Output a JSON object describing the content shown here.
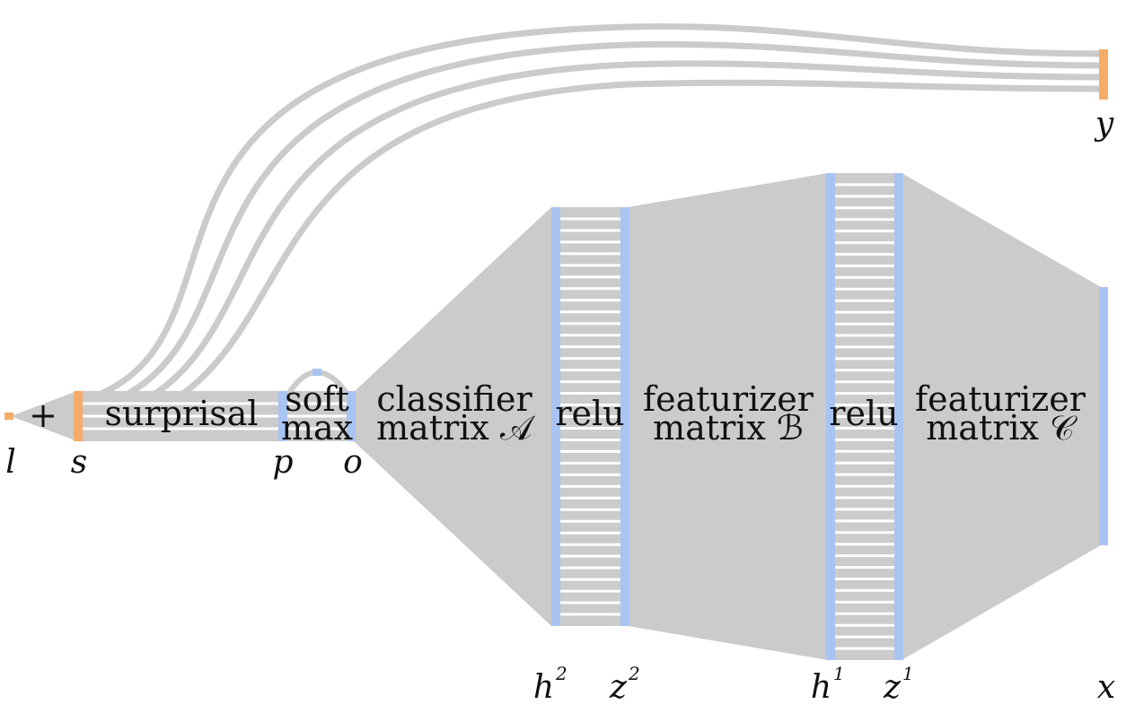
{
  "colors": {
    "flow": "#cbcbcb",
    "vector_blue": "#a8c4f2",
    "vector_orange": "#f5ac66",
    "stripe": "#ffffff",
    "text": "#111111"
  },
  "blocks": {
    "plus": "+",
    "surprisal": "surprisal",
    "softmax": {
      "line1": "soft",
      "line2": "max"
    },
    "classifier": {
      "line1": "classifier",
      "line2": "matrix 𝒜"
    },
    "relu2": "relu",
    "featurizer_b": {
      "line1": "featurizer",
      "line2": "matrix ℬ"
    },
    "relu1": "relu",
    "featurizer_c": {
      "line1": "featurizer",
      "line2": "matrix 𝒞"
    }
  },
  "variables": {
    "l": "l",
    "s": "s",
    "p": "p",
    "o": "o",
    "h2": {
      "base": "h",
      "sup": "2"
    },
    "z2": {
      "base": "z",
      "sup": "2"
    },
    "h1": {
      "base": "h",
      "sup": "1"
    },
    "z1": {
      "base": "z",
      "sup": "1"
    },
    "x": "x",
    "y": "y"
  }
}
